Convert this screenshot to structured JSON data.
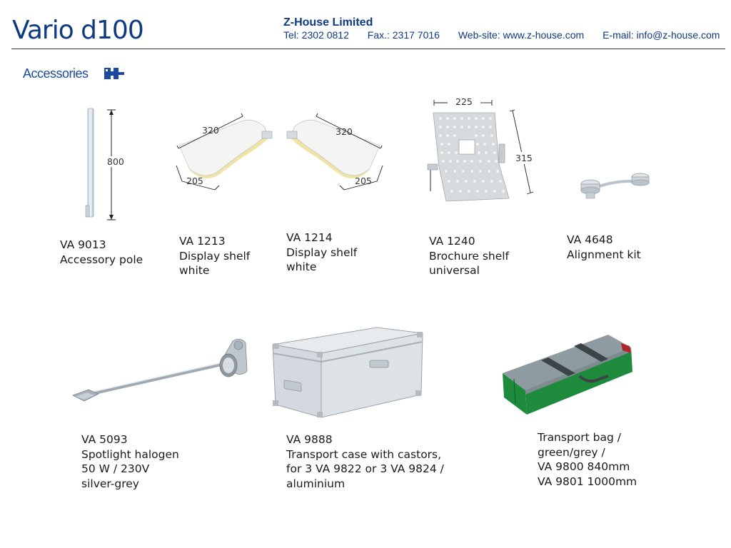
{
  "header": {
    "brand": "Vario d100",
    "company": "Z-House Limited",
    "tel": "Tel: 2302 0812",
    "fax": "Fax.: 2317 7016",
    "website": "Web-site: www.z-house.com",
    "email": "E-mail: info@z-house.com"
  },
  "section": {
    "title": "Accessories"
  },
  "colors": {
    "brand_blue": "#0d3a82",
    "bag_green": "#1e8a3c",
    "bag_grey": "#8e9ba1"
  },
  "products": [
    {
      "code": "VA 9013",
      "lines": [
        "Accessory pole"
      ],
      "dims": [
        "800"
      ]
    },
    {
      "code": "VA 1213",
      "lines": [
        "Display shelf",
        "white"
      ],
      "dims": [
        "320",
        "205"
      ]
    },
    {
      "code": "VA 1214",
      "lines": [
        "Display shelf",
        "white"
      ],
      "dims": [
        "320",
        "205"
      ]
    },
    {
      "code": "VA 1240",
      "lines": [
        "Brochure shelf",
        "universal"
      ],
      "dims": [
        "225",
        "315"
      ]
    },
    {
      "code": "VA 4648",
      "lines": [
        "Alignment kit"
      ],
      "dims": []
    },
    {
      "code": "VA 5093",
      "lines": [
        "Spotlight halogen",
        "50 W / 230V",
        "silver-grey"
      ],
      "dims": []
    },
    {
      "code": "VA 9888",
      "lines": [
        "Transport case with castors,",
        "for 3 VA 9822 or 3 VA 9824 /",
        "aluminium"
      ],
      "dims": []
    },
    {
      "code": "",
      "lines": [
        "Transport bag /",
        "green/grey /",
        "VA 9800  840mm",
        "VA 9801  1000mm"
      ],
      "dims": []
    }
  ]
}
